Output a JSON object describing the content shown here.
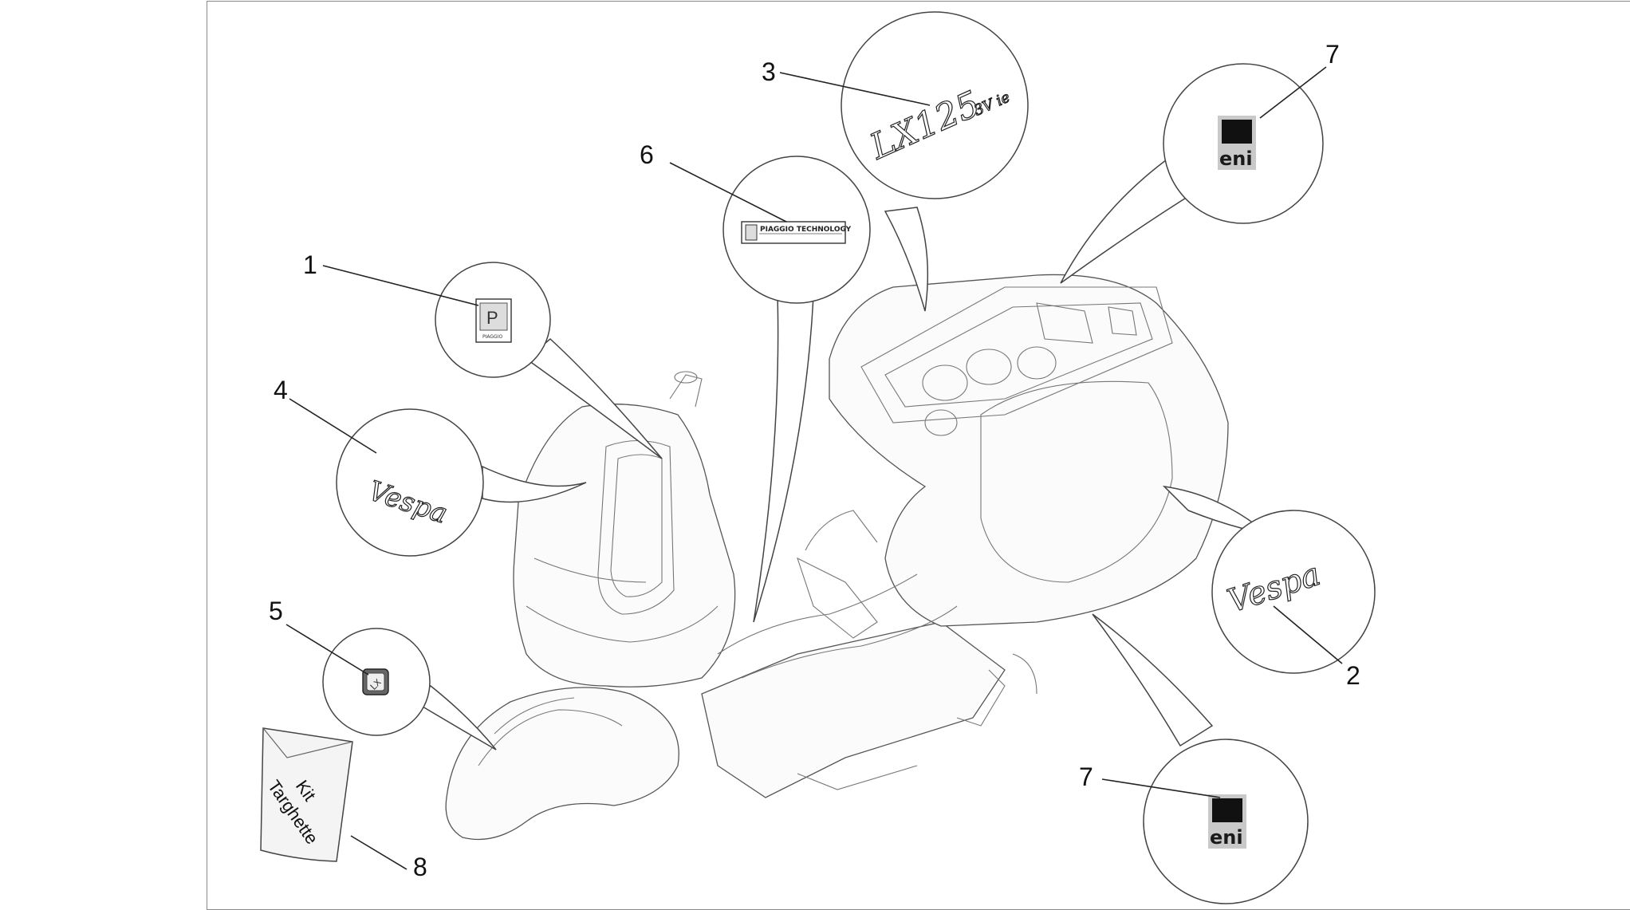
{
  "diagram": {
    "callouts": [
      {
        "id": "1",
        "label": "1"
      },
      {
        "id": "2",
        "label": "2"
      },
      {
        "id": "3",
        "label": "3"
      },
      {
        "id": "4",
        "label": "4"
      },
      {
        "id": "5",
        "label": "5"
      },
      {
        "id": "6",
        "label": "6"
      },
      {
        "id": "7a",
        "label": "7"
      },
      {
        "id": "7b",
        "label": "7"
      },
      {
        "id": "8",
        "label": "8"
      }
    ],
    "decals": {
      "model_badge": "LX125",
      "model_suffix": "3V ie",
      "tech_plate": "PIAGGIO TECHNOLOGY",
      "brand_script": "Vespa",
      "eni_text": "eni",
      "piaggio_small": "PIAGGIO",
      "lx_badge": "LX"
    },
    "kit_bag": {
      "line1": "Kit",
      "line2": "Targhette"
    }
  }
}
